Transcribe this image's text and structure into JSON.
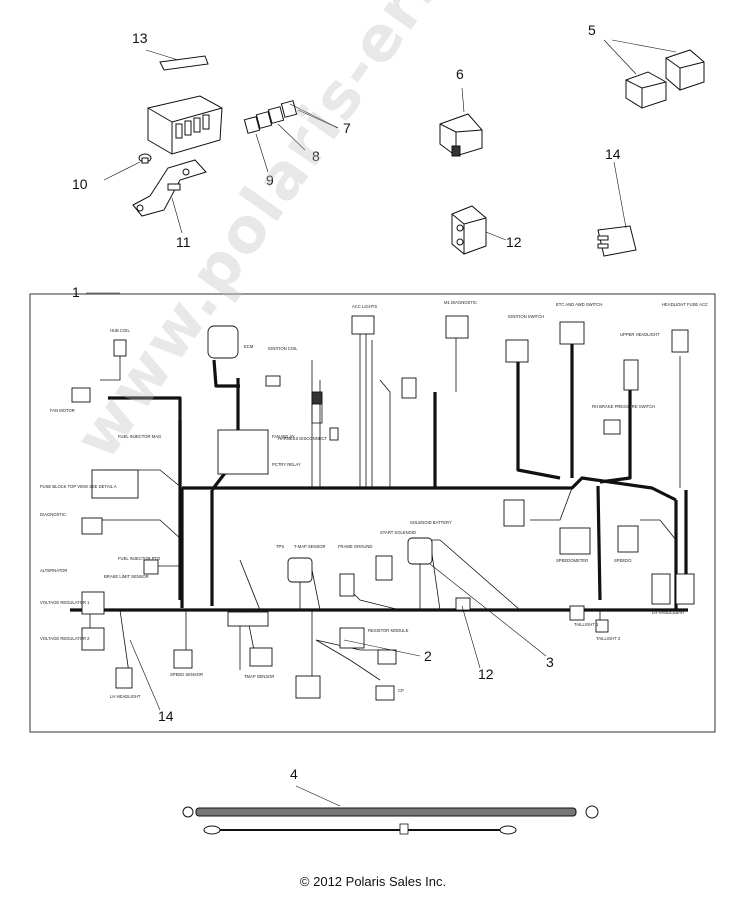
{
  "callouts": {
    "c1": "1",
    "c2": "2",
    "c3": "3",
    "c4": "4",
    "c5": "5",
    "c6": "6",
    "c7": "7",
    "c8": "8",
    "c9": "9",
    "c10": "10",
    "c11": "11",
    "c12a": "12",
    "c12b": "12",
    "c13": "13",
    "c14a": "14",
    "c14b": "14"
  },
  "labels": {
    "hub_coil": "HUB COIL",
    "ecm": "ECM",
    "ignition_coil": "IGNITION COIL",
    "acc_lights": "ACC LIGHTS",
    "diagnostic_top": "M1 DIAGNOSTIC",
    "ignition_switch": "IGNITION SWITCH",
    "etc_awd_switch": "ETC AND AWD SWITCH",
    "headlight_fuse": "HEADLIGHT FUSE ACC",
    "upper_headlight": "UPPER HEADLIGHT",
    "rh_brake_pressure": "RH BRAKE PRESSURE SWITCH",
    "fan_motor": "FAN MOTOR",
    "fuel_injector_mag": "FUEL INJECTOR MAG",
    "harness_disconnect": "HARNESS DISCONNECT",
    "fan_relay": "FAN RELAY",
    "ptc_relay": "PCTRY RELAY",
    "fuse_block": "FUSE BLOCK TOP VIEW SEE DETAIL A",
    "diagnostic_left": "DIAGNOSTIC",
    "fuel_injector_pto": "FUEL INJECTOR PTO",
    "brake_limit": "BRAKE LIMIT SENSOR",
    "alternator": "ALTERNATOR",
    "voltage_reg_1": "VOLTAGE REGULATOR 1",
    "voltage_reg_2": "VOLTAGE REGULATOR 2",
    "lh_headlight": "LH HEADLIGHT",
    "tps": "TPS",
    "tmap_sensor": "T-MAP SENSOR",
    "frame_ground": "FRAME GROUND",
    "start_solenoid": "START SOLENOID",
    "solenoid_battery": "SOLENOID BATTERY",
    "resistor_module": "RESISTOR MODULE",
    "speed_sensor": "SPEED SENSOR",
    "tmap_sensor_2": "TMAP SENSOR",
    "speedometer": "SPEEDOMETER",
    "speedo": "SPEEDO",
    "taillight_1": "TAILLIGHT 1",
    "taillight_2": "TAILLIGHT 2",
    "lh_handlebar": "LH HANDLEBAR",
    "cp": "CP"
  },
  "copyright": "© 2012 Polaris Sales Inc.",
  "watermark": "www.polaris-ersatzteile.de",
  "colors": {
    "ink": "#111111",
    "frame": "#333333"
  }
}
